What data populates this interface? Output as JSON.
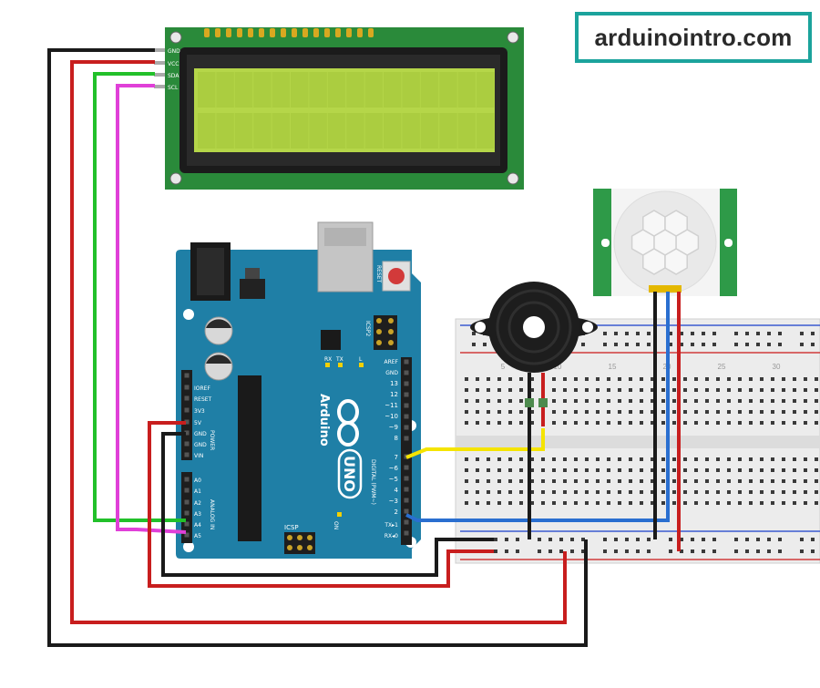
{
  "brand": {
    "label": "arduinointro.com"
  },
  "lcd": {
    "pins": [
      "GND",
      "VCC",
      "SDA",
      "SCL"
    ]
  },
  "arduino": {
    "logo_text": "Arduino",
    "model_text": "UNO",
    "reset_label": "RESET",
    "icsp2_label": "ICSP2",
    "icsp_label": "ICSP",
    "on_label": "ON",
    "tx_label": "TX",
    "rx_label": "RX",
    "l_label": "L",
    "digital_label": "DIGITAL (PWM~)",
    "power_label": "POWER",
    "analog_label": "ANALOG IN",
    "power_pins": [
      "IOREF",
      "RESET",
      "3V3",
      "5V",
      "GND",
      "GND",
      "VIN"
    ],
    "analog_pins": [
      "A0",
      "A1",
      "A2",
      "A3",
      "A4",
      "A5"
    ],
    "digital_pins": [
      "AREF",
      "GND",
      "13",
      "12",
      "~11",
      "~10",
      "~9",
      "8",
      "7",
      "~6",
      "~5",
      "4",
      "~3",
      "2",
      "TX▸1",
      "RX◂0"
    ]
  },
  "breadboard": {
    "col_numbers": [
      "5",
      "10",
      "15",
      "20",
      "25",
      "30"
    ]
  },
  "colors": {
    "board": "#1f7fa6",
    "lcd_pcb": "#2a8a3a",
    "lcd_screen": "#b5d649",
    "pir_pcb": "#2e9a48",
    "brand": "#1ba39c",
    "wire_red": "#c81e1e",
    "wire_black": "#1a1a1a",
    "wire_green": "#22c02a",
    "wire_magenta": "#e040d8",
    "wire_yellow": "#f5e400",
    "wire_blue": "#2a6fd0"
  }
}
